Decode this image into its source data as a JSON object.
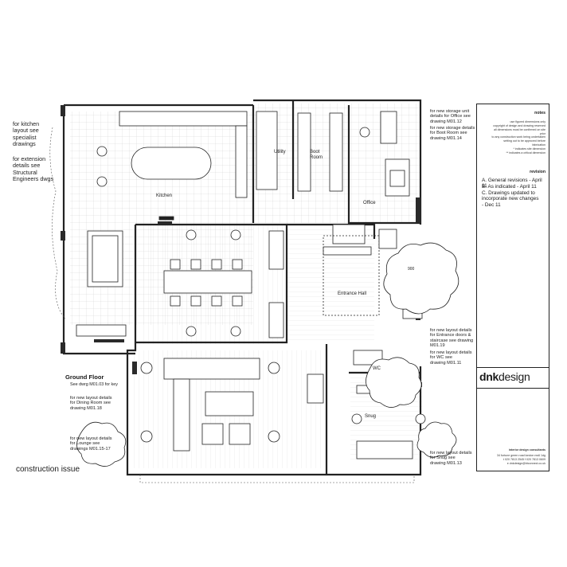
{
  "plan": {
    "title": "Ground Floor",
    "key_note": "See dwrg M01.03 for key",
    "status": "construction issue"
  },
  "left_notes": [
    "for kitchen\nlayout see\nspecialist\ndrawings",
    "for extension\ndetails see\nStructural\nEngineers dwgs",
    "for new layout details\nfor Dining Room see\ndrawing M01.18",
    "for new layout details\nfor Lounge see\ndrawings M01.15-17"
  ],
  "right_notes": [
    "for new storage unit\ndetails for Office see\ndrawing M01.12",
    "for new storage details\nfor Boot Room see\ndrawing M01.14",
    "for new layout details\nfor Entrance doors &\nstaircase see drawing\nM01.19",
    "for new layout details\nfor WC see\ndrawing M01.11",
    "for new layout details\nfor Snug see\ndrawing M01.13"
  ],
  "rooms": {
    "kitchen": "Kitchen",
    "utility": "Utility",
    "boot_room": "Boot\nRoom",
    "office": "Office",
    "entrance_hall": "Entrance Hall",
    "wc": "WC",
    "snug": "Snug",
    "dim": "900"
  },
  "sheet": {
    "notes_title": "notes",
    "notes_text": "use figured dimensions only\ncopyright of design and drawing reserved\nall dimensions must be confirmed on site\nprior\nto any construction work being undertaken\nsetting out to be approved before\nfabrication\n* indicates site dimension\n** indicates a critical dimension",
    "revision_title": "revision",
    "revisions": [
      "A. General revisions - April 11",
      "B. As indicated - April 11",
      "C. Drawings updated to\nincorporate new changes\n- Dec 11"
    ],
    "brand_bold": "dnk",
    "brand_light": "design",
    "company": "interior design consultants",
    "address": "34 fortune green road london nw6 1dg\nt 020 7813 2545 f 020 7813 0609\ne dnkdesign@btconnect.co.uk"
  },
  "colors": {
    "line": "#222222",
    "grid": "#c9c9c9",
    "hatch": "#3a3a3a"
  }
}
